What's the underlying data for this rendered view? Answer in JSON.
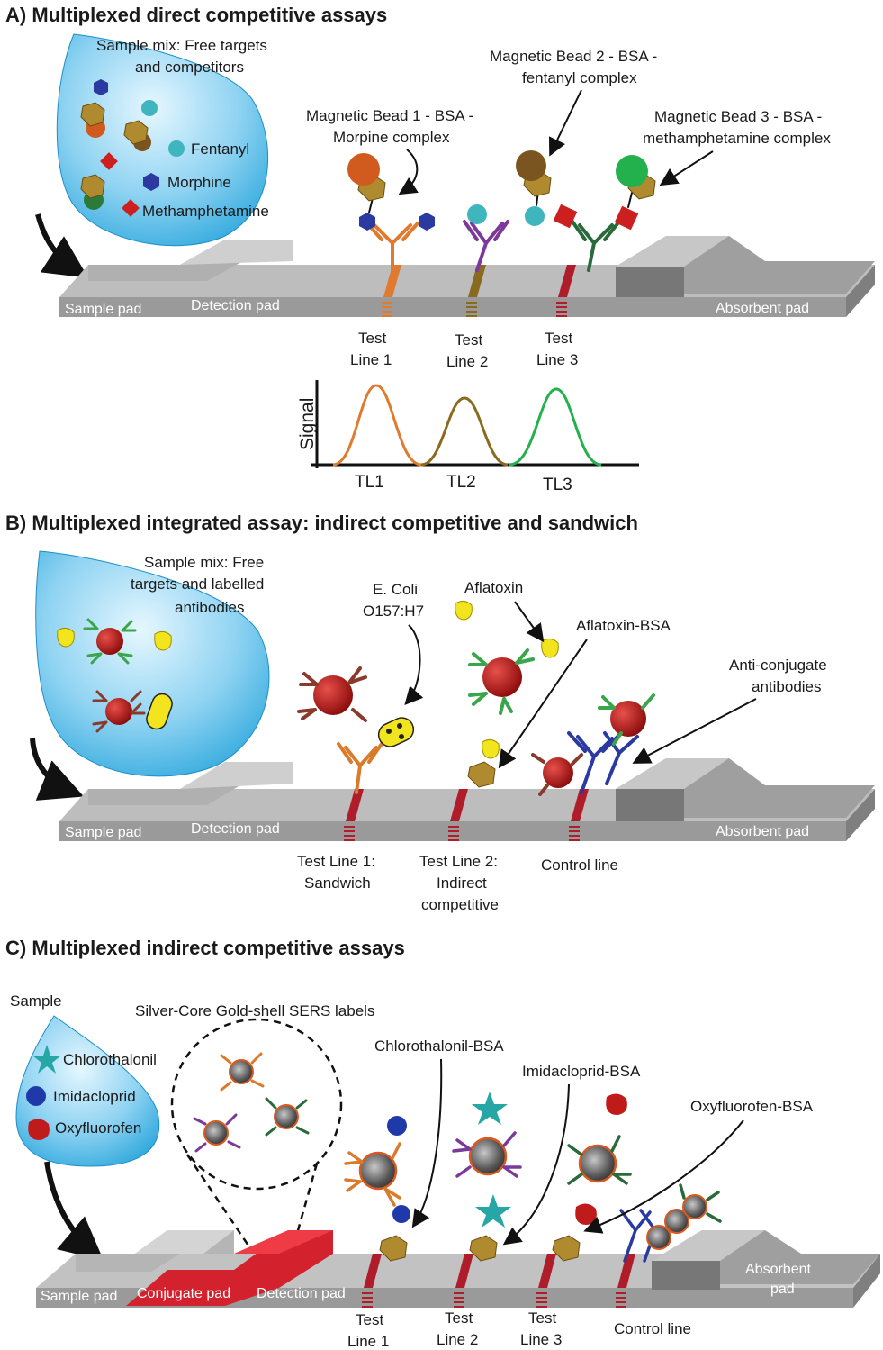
{
  "panels": {
    "a": {
      "title": "A)  Multiplexed direct competitive assays",
      "sample_line1": "Sample mix: Free targets",
      "sample_line2": "and competitors",
      "legend": [
        "Fentanyl",
        "Morphine",
        "Methamphetamine"
      ],
      "bead1_line1": "Magnetic Bead 1 - BSA -",
      "bead1_line2": "Morpine complex",
      "bead2_line1": "Magnetic Bead 2 - BSA -",
      "bead2_line2": "fentanyl complex",
      "bead3_line1": "Magnetic Bead 3 - BSA -",
      "bead3_line2": "methamphetamine complex",
      "sample_pad": "Sample pad",
      "detection_pad": "Detection pad",
      "absorbent_pad": "Absorbent pad",
      "test_lines": [
        {
          "l1": "Test",
          "l2": "Line 1"
        },
        {
          "l1": "Test",
          "l2": "Line 2"
        },
        {
          "l1": "Test",
          "l2": "Line 3"
        }
      ],
      "plot_ylabel": "Signal",
      "plot_ticks": [
        "TL1",
        "TL2",
        "TL3"
      ]
    },
    "b": {
      "title": "B)  Multiplexed integrated assay: indirect competitive and sandwich",
      "sample_line1": "Sample mix: Free",
      "sample_line2": "targets and labelled",
      "sample_line3": "antibodies",
      "ecoli_line1": "E. Coli",
      "ecoli_line2": "O157:H7",
      "aflatoxin": "Aflatoxin",
      "aflatoxin_bsa": "Aflatoxin-BSA",
      "anticonj_line1": "Anti-conjugate",
      "anticonj_line2": "antibodies",
      "sample_pad": "Sample pad",
      "detection_pad": "Detection pad",
      "absorbent_pad": "Absorbent pad",
      "tl1_line1": "Test Line 1:",
      "tl1_line2": "Sandwich",
      "tl2_line1": "Test Line 2:",
      "tl2_line2": "Indirect",
      "tl2_line3": "competitive",
      "control": "Control line"
    },
    "c": {
      "title": "C)  Multiplexed indirect competitive assays",
      "sample": "Sample",
      "legend": [
        "Chlorothalonil",
        "Imidacloprid",
        "Oxyfluorofen"
      ],
      "sers": "Silver-Core Gold-shell SERS labels",
      "chloro_bsa": "Chlorothalonil-BSA",
      "imida_bsa": "Imidacloprid-BSA",
      "oxy_bsa": "Oxyfluorofen-BSA",
      "sample_pad": "Sample pad",
      "conjugate_pad": "Conjugate pad",
      "detection_pad": "Detection pad",
      "absorbent_line1": "Absorbent",
      "absorbent_line2": "pad",
      "test_lines": [
        {
          "l1": "Test",
          "l2": "Line 1"
        },
        {
          "l1": "Test",
          "l2": "Line 2"
        },
        {
          "l1": "Test",
          "l2": "Line 3"
        }
      ],
      "control": "Control line"
    }
  }
}
